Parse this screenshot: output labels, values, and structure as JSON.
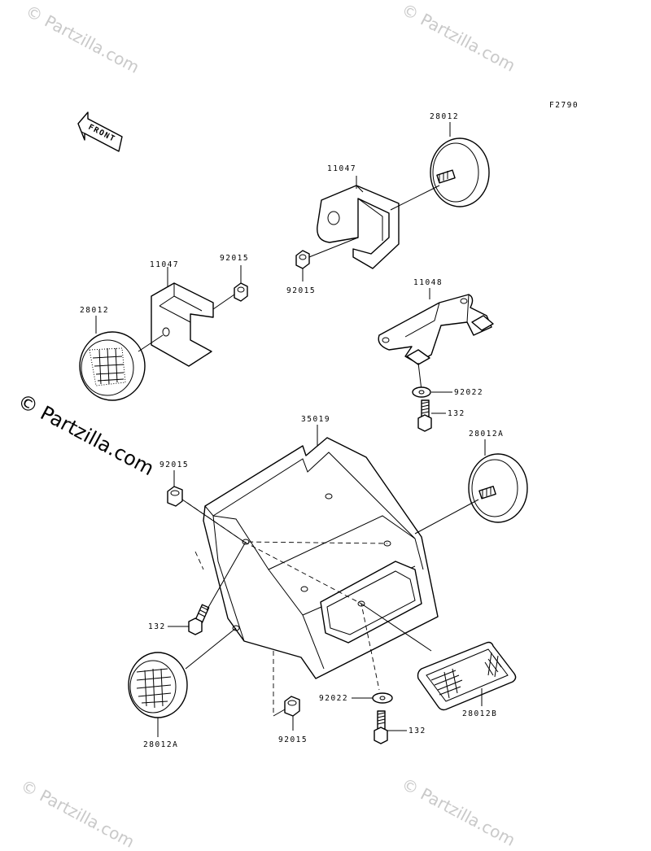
{
  "figure_code": "F2790",
  "front_label": "FRONT",
  "watermark_text": "© Partzilla.com",
  "labels": {
    "p28012_top": "28012",
    "p11047_top": "11047",
    "p92015_top": "92015",
    "p11047_left": "11047",
    "p92015_left": "92015",
    "p28012_left": "28012",
    "p11048": "11048",
    "p92022_right": "92022",
    "p132_right": "132",
    "p35019": "35019",
    "p28012A_right": "28012A",
    "p92015_mid": "92015",
    "p132_left": "132",
    "p92022_bottom": "92022",
    "p28012B": "28012B",
    "p28012A_bottom": "28012A",
    "p92015_bottom": "92015",
    "p132_bottom": "132"
  },
  "colors": {
    "line": "#000000",
    "watermark": "#c9c9c9",
    "background": "#ffffff"
  }
}
